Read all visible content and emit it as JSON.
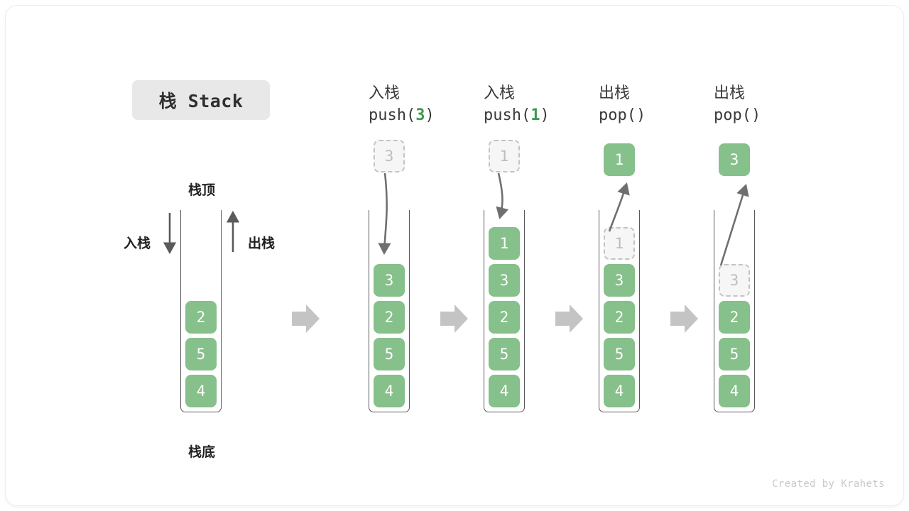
{
  "diagram": {
    "title": "栈 Stack",
    "credit": "Created by Krahets",
    "accent_green": "#86c08b",
    "ghost_gray": "#f6f6f6",
    "stroke_gray": "#59595b",
    "sep_arrow_color": "#c4c4c4"
  },
  "legend": {
    "top_label": "栈顶",
    "bottom_label": "栈底",
    "push_label": "入栈",
    "pop_label": "出栈"
  },
  "steps": [
    {
      "id": "initial",
      "head_cn": "",
      "head_code_pre": "",
      "head_code_arg": "",
      "head_code_post": "",
      "cells": [
        "2",
        "5",
        "4"
      ],
      "ghost_index": -1,
      "external": null
    },
    {
      "id": "push-3",
      "head_cn": "入栈",
      "head_code_pre": "push(",
      "head_code_arg": "3",
      "head_code_post": ")",
      "cells": [
        "3",
        "2",
        "5",
        "4"
      ],
      "ghost_index": -1,
      "external": {
        "value": "3",
        "kind": "ghost",
        "direction": "down"
      }
    },
    {
      "id": "push-1",
      "head_cn": "入栈",
      "head_code_pre": "push(",
      "head_code_arg": "1",
      "head_code_post": ")",
      "cells": [
        "1",
        "3",
        "2",
        "5",
        "4"
      ],
      "ghost_index": -1,
      "external": {
        "value": "1",
        "kind": "ghost",
        "direction": "down"
      }
    },
    {
      "id": "pop-1",
      "head_cn": "出栈",
      "head_code_pre": "pop(",
      "head_code_arg": "",
      "head_code_post": ")",
      "cells": [
        "1",
        "3",
        "2",
        "5",
        "4"
      ],
      "ghost_index": 0,
      "external": {
        "value": "1",
        "kind": "solid",
        "direction": "up"
      }
    },
    {
      "id": "pop-3",
      "head_cn": "出栈",
      "head_code_pre": "pop(",
      "head_code_arg": "",
      "head_code_post": ")",
      "cells": [
        "3",
        "2",
        "5",
        "4"
      ],
      "ghost_index": 0,
      "external": {
        "value": "3",
        "kind": "solid",
        "direction": "up"
      }
    }
  ]
}
